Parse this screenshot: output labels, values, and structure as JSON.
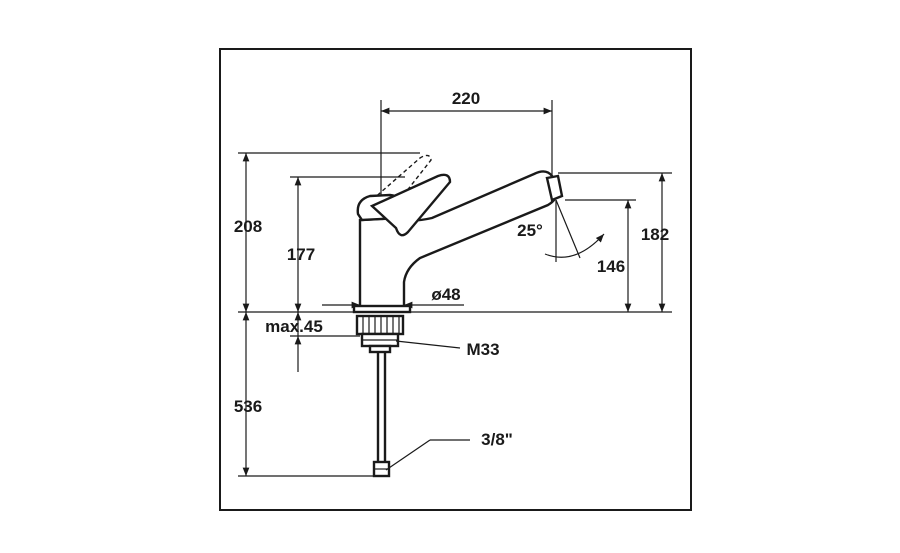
{
  "dimensions": {
    "spout_reach": "220",
    "total_height": "208",
    "body_height": "177",
    "spout_outlet_height": "182",
    "aerator_height": "146",
    "swivel_angle": "25°",
    "base_diameter": "ø48",
    "max_deck_thickness": "max.45",
    "thread_size": "M33",
    "hose_length": "536",
    "connection_size": "3/8\""
  }
}
